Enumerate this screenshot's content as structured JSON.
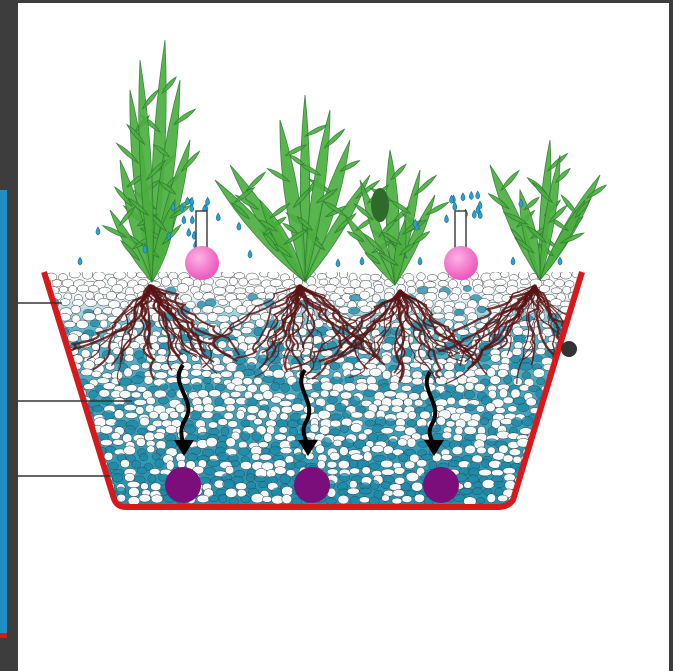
{
  "diagram": {
    "type": "hydroponic-planter-cross-section",
    "plant_count": 4,
    "sprinkler_count": 2,
    "drain_count": 3,
    "leader_line_count": 3,
    "colors": {
      "container_outline": "#d7191c",
      "frame": "#3d3d3d",
      "side_panel": "#1f8fc6",
      "leaf": "#4caf3f",
      "leaf_dark": "#2e7d32",
      "root": "#5a1414",
      "sprinkler_head": "#f06bc2",
      "drain": "#7b0e7b",
      "water_drop": "#2a9fd0",
      "pebble_light": "#ffffff",
      "pebble_wet": "#1a89a8",
      "arrow": "#000000",
      "marker_dot": "#333333"
    },
    "icons": [
      "sprinkler-icon",
      "drain-icon",
      "water-drop-icon",
      "flow-arrow-icon",
      "plant-icon"
    ]
  }
}
